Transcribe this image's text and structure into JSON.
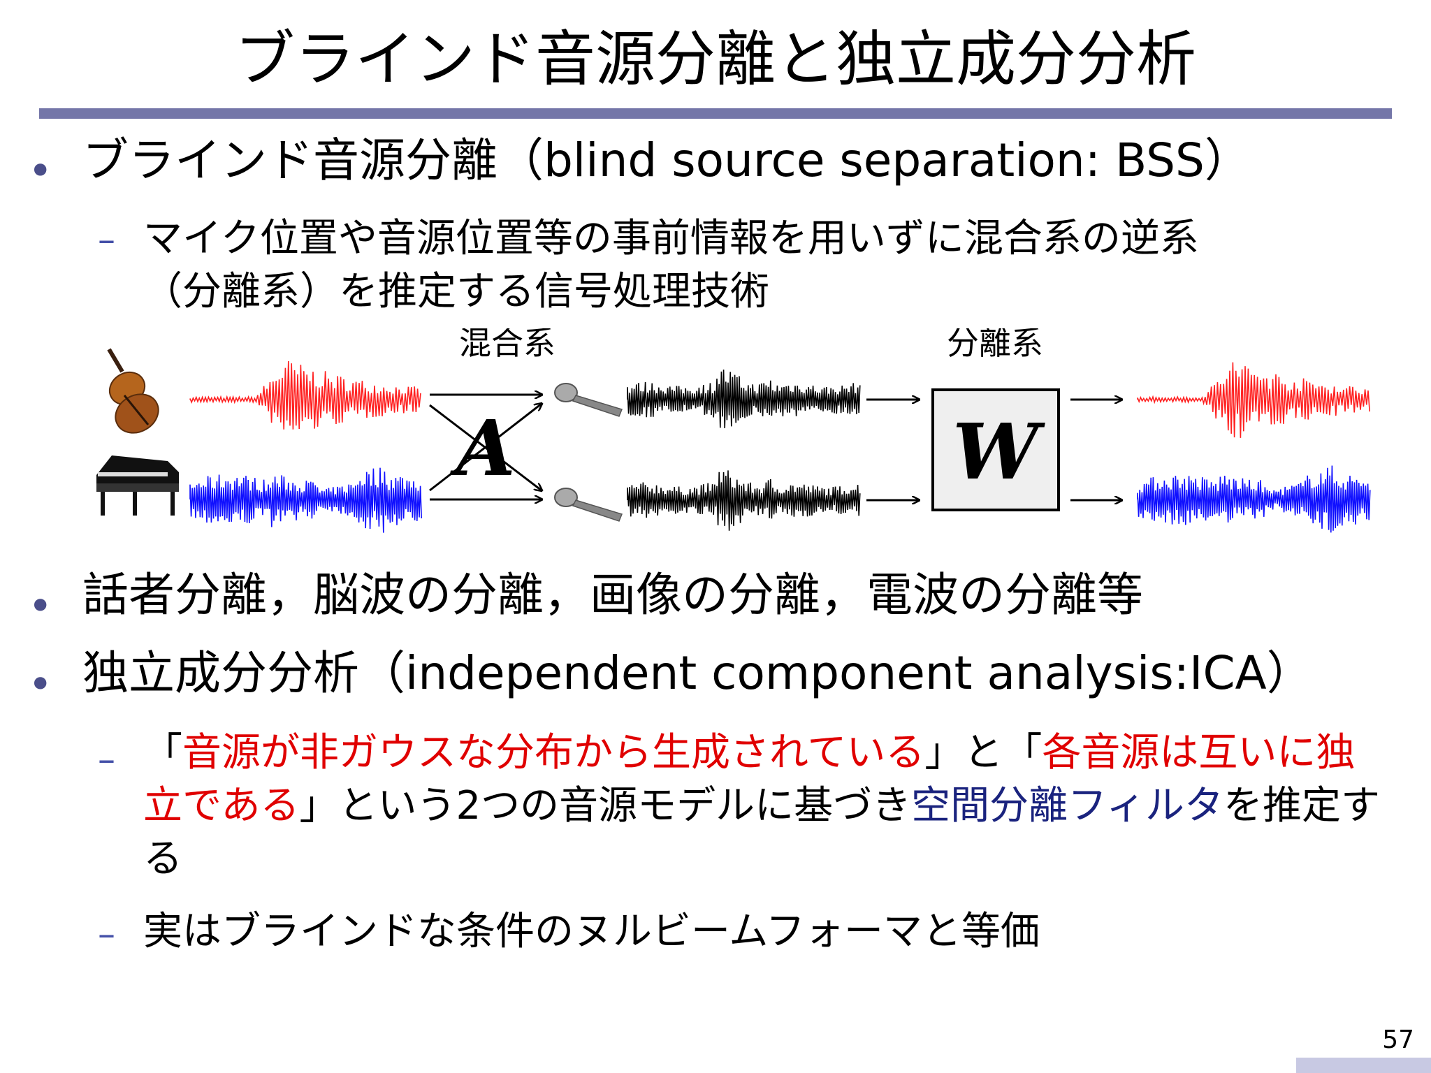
{
  "slide": {
    "title": "ブラインド音源分離と独立成分分析",
    "page_number": "57"
  },
  "bullets": {
    "b1": {
      "text": "ブラインド音源分離（blind source separation: BSS）",
      "sub": {
        "line1": "マイク位置や音源位置等の事前情報を用いずに混合系の逆系",
        "line2": "（分離系）を推定する信号処理技術"
      }
    },
    "b2": {
      "text": "話者分離，脳波の分離，画像の分離，電波の分離等"
    },
    "b3": {
      "text": "独立成分分析（independent component analysis:ICA）",
      "sub1": {
        "q1_open": "「",
        "q1_red": "音源が非ガウスな分布から生成されている",
        "q1_close": "」と「",
        "q2_red": "各音源は互いに独立である",
        "q2_close": "」という2つの音源モデルに基づき",
        "navy": "空間分離フィルタ",
        "tail": "を推定する"
      },
      "sub2": "実はブラインドな条件のヌルビームフォーマと等価"
    }
  },
  "diagram": {
    "mixing_label": "混合系",
    "separation_label": "分離系",
    "mixing_symbol": "A",
    "separation_symbol": "W",
    "icons": [
      "violin-icon",
      "piano-icon",
      "microphone-icon",
      "microphone-icon"
    ],
    "colors": {
      "source1": "#ff2020",
      "source2": "#1010ff",
      "mixed": "#000000"
    }
  },
  "colors": {
    "title_rule": "#7476a8",
    "bullet": "#4a4e8a",
    "dash": "#4450a8",
    "emphasis_red": "#e00000",
    "emphasis_navy": "#1a237e"
  }
}
